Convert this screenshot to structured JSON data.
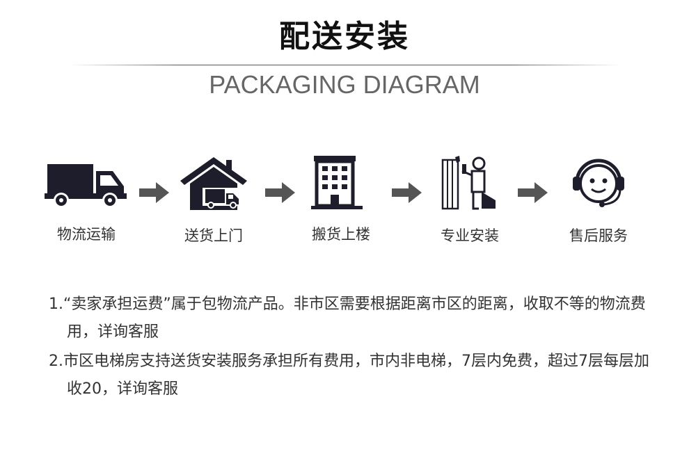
{
  "header": {
    "title": "配送安装",
    "subtitle": "PACKAGING DIAGRAM"
  },
  "steps": [
    {
      "icon": "truck-icon",
      "label": "物流运输"
    },
    {
      "icon": "house-delivery-icon",
      "label": "送货上门"
    },
    {
      "icon": "building-icon",
      "label": "搬货上楼"
    },
    {
      "icon": "installer-icon",
      "label": "专业安装"
    },
    {
      "icon": "headset-support-icon",
      "label": "售后服务"
    }
  ],
  "notes": [
    "1.“卖家承担运费”属于包物流产品。非市区需要根据距离市区的距离，收取不等的物流费用，详询客服",
    "2.市区电梯房支持送货安装服务承担所有费用，市内非电梯，7层内免费，超过7层每层加收20，详询客服"
  ],
  "colors": {
    "icon": "#1e1d2b",
    "arrow": "#555555",
    "text": "#333333"
  }
}
